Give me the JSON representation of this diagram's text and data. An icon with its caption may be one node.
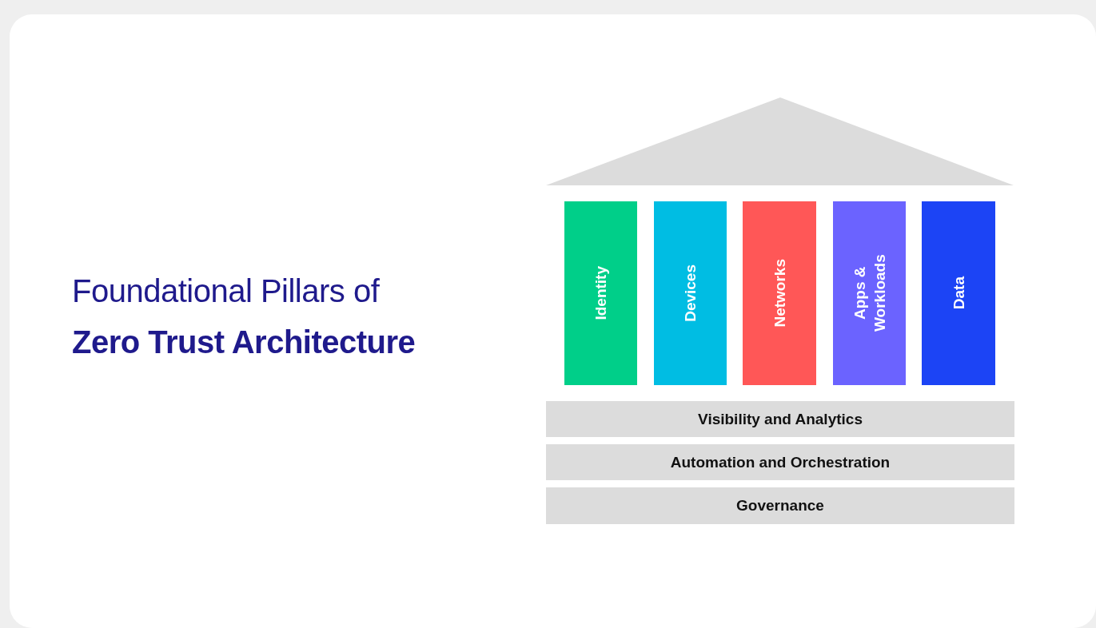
{
  "diagram": {
    "title": "Foundational Pillars of **Zero Trust Architecture**",
    "nodes": [
      {
        "text": [
          "Identity"
        ]
      },
      {
        "text": [
          "Devices"
        ]
      },
      {
        "text": [
          "Networks"
        ]
      },
      {
        "text": [
          "Apps & Workloads"
        ]
      },
      {
        "text": [
          "Data"
        ]
      },
      {
        "text": [
          "Visibility and Analytics"
        ]
      },
      {
        "text": [
          "Automation and Orchestration"
        ]
      },
      {
        "text": [
          "Governance"
        ]
      }
    ]
  }
}
